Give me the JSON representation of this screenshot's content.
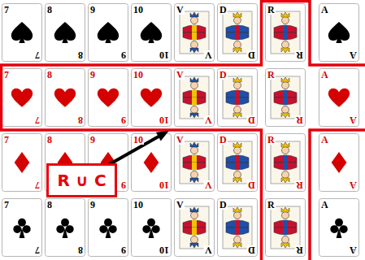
{
  "diagram": {
    "nodes": [
      {
        "text": [
          "7",
          "7"
        ]
      },
      {
        "text": [
          "8",
          "8"
        ]
      },
      {
        "text": [
          "9",
          "9"
        ]
      },
      {
        "text": [
          "10",
          "10"
        ]
      },
      {
        "text": [
          "V",
          "V"
        ]
      },
      {
        "text": [
          "D",
          "D"
        ]
      },
      {
        "text": [
          "R",
          "R"
        ]
      },
      {
        "text": [
          "A",
          "A"
        ]
      },
      {
        "text": [
          "7",
          "7"
        ]
      },
      {
        "text": [
          "8",
          "8"
        ]
      },
      {
        "text": [
          "9",
          "9"
        ]
      },
      {
        "text": [
          "10",
          "10"
        ]
      },
      {
        "text": [
          "V",
          "V"
        ]
      },
      {
        "text": [
          "D",
          "D"
        ]
      },
      {
        "text": [
          "R",
          "R"
        ]
      },
      {
        "text": [
          "A",
          "A"
        ]
      },
      {
        "text": [
          "7",
          "7"
        ]
      },
      {
        "text": [
          "8"
        ]
      },
      {
        "text": [
          "9",
          "9"
        ]
      },
      {
        "text": [
          "10",
          "10"
        ]
      },
      {
        "text": [
          "V",
          "V"
        ]
      },
      {
        "text": [
          "D",
          "D"
        ]
      },
      {
        "text": [
          "R",
          "R"
        ]
      },
      {
        "text": [
          "A",
          "A"
        ]
      },
      {
        "text": [
          "7",
          "7"
        ]
      },
      {
        "text": [
          "8",
          "8"
        ]
      },
      {
        "text": [
          "9",
          "9"
        ]
      },
      {
        "text": [
          "10",
          "10"
        ]
      },
      {
        "text": [
          "V",
          "V"
        ]
      },
      {
        "text": [
          "D",
          "D"
        ]
      },
      {
        "text": [
          "R",
          "R"
        ]
      },
      {
        "text": [
          "A",
          "A"
        ]
      },
      {
        "text": [
          "R ∪ C"
        ]
      }
    ]
  }
}
